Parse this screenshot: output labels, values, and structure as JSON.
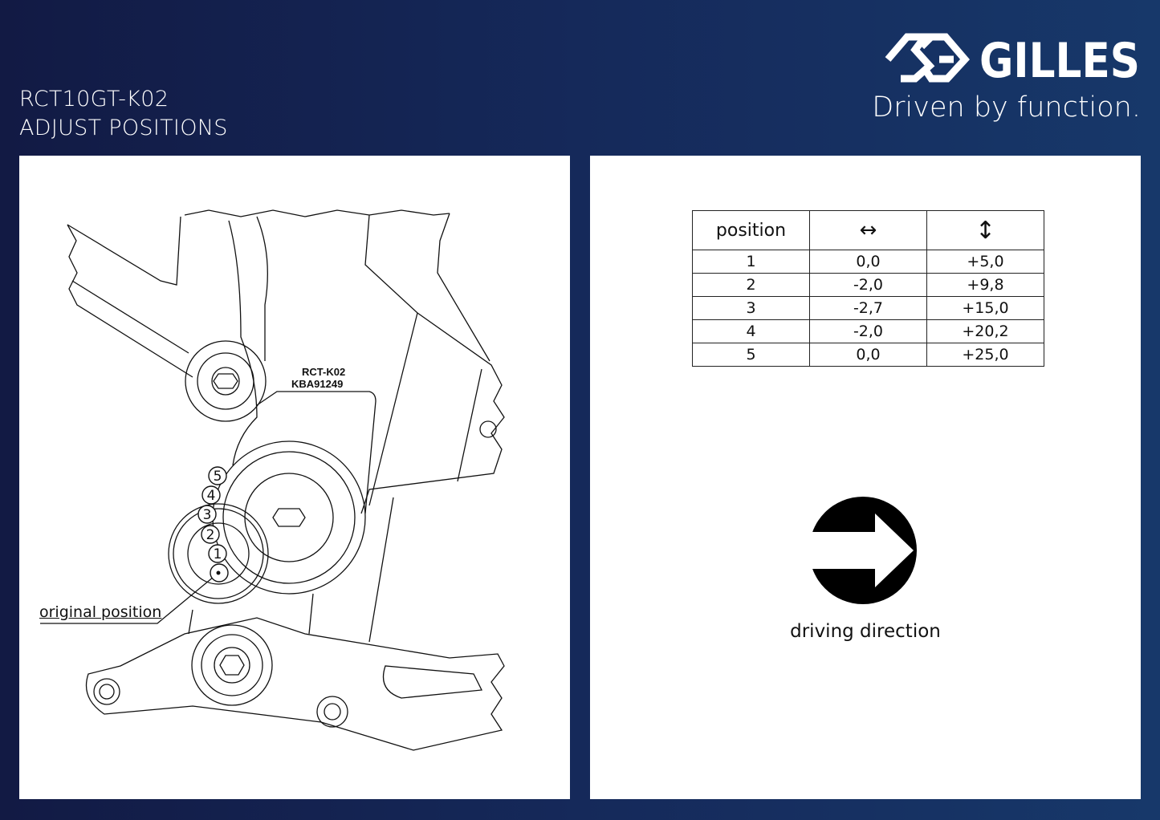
{
  "header": {
    "part_number": "RCT10GT-K02",
    "subtitle": "ADJUST POSITIONS",
    "brand": "GILLES",
    "tagline": "Driven by function."
  },
  "drawing": {
    "part_label_line1": "RCT-K02",
    "part_label_line2": "KBA91249",
    "position_markers": [
      "1",
      "2",
      "3",
      "4",
      "5"
    ],
    "original_position_label": "original position"
  },
  "table": {
    "headers": [
      "position",
      "↔",
      "↕"
    ],
    "rows": [
      [
        "1",
        "0,0",
        "+5,0"
      ],
      [
        "2",
        "-2,0",
        "+9,8"
      ],
      [
        "3",
        "-2,7",
        "+15,0"
      ],
      [
        "4",
        "-2,0",
        "+20,2"
      ],
      [
        "5",
        "0,0",
        "+25,0"
      ]
    ]
  },
  "direction": {
    "icon": "right-arrow-circle-icon",
    "label": "driving direction"
  }
}
